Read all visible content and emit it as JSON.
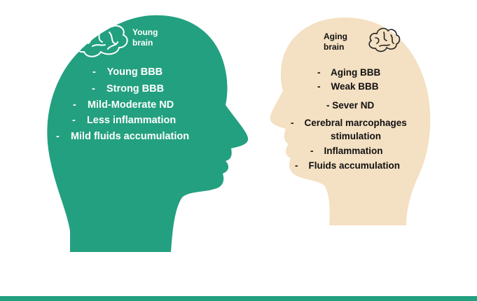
{
  "colors": {
    "young_head": "#23a07f",
    "aging_head": "#f4e0c2",
    "bottom_bar": "#23a07f"
  },
  "young": {
    "icon": "brain-icon",
    "title": "Young\nbrain",
    "items": [
      "-    Young BBB",
      "-    Strong BBB",
      "-    Mild-Moderate ND",
      "-    Less inflammation",
      "-    Mild fluids accumulation"
    ]
  },
  "aging": {
    "icon": "brain-icon",
    "title": "Aging\nbrain",
    "items": [
      "-    Aging BBB",
      "-    Weak BBB",
      "- Sever ND",
      "-    Cerebral marcophages",
      "stimulation",
      "-    Inflammation",
      "-    Fluids accumulation"
    ]
  }
}
